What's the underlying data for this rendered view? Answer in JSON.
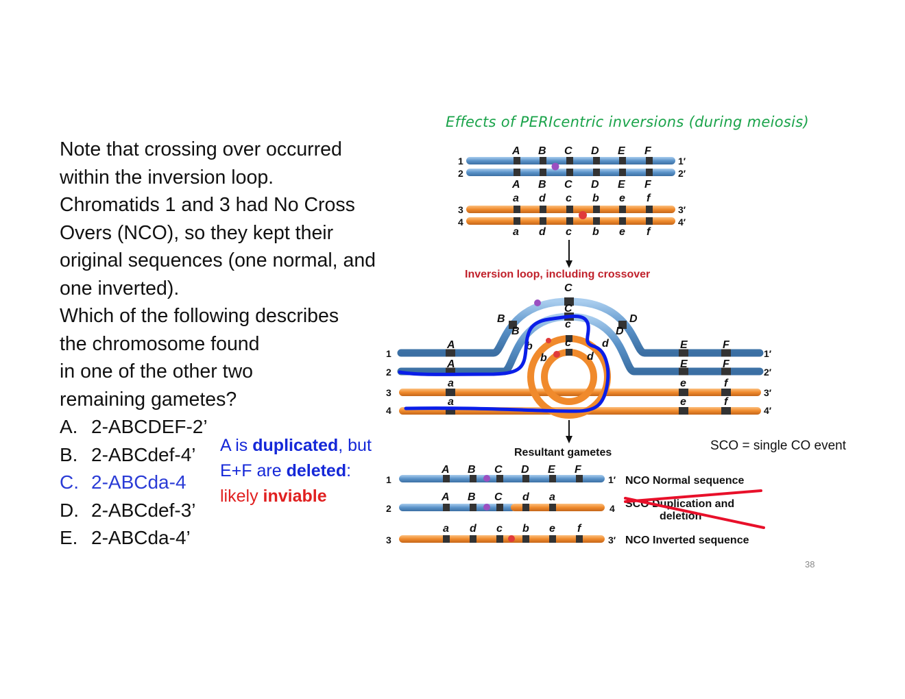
{
  "question": {
    "lines": [
      "Note that crossing over occurred",
      "within the inversion loop.",
      "Chromatids 1 and 3 had No Cross",
      "Overs (NCO), so they kept their",
      "original sequences (one normal, and",
      "one inverted).",
      "Which of the following describes",
      "the chromosome found",
      "in one of the other two",
      "remaining gametes?"
    ]
  },
  "options": [
    {
      "letter": "A.",
      "text": "2-ABCDEF-2’"
    },
    {
      "letter": "B.",
      "text": "2-ABCdef-4’"
    },
    {
      "letter": "C.",
      "text": "2-ABCda-4"
    },
    {
      "letter": "D.",
      "text": "2-ABCdef-3’"
    },
    {
      "letter": "E.",
      "text": "2-ABCda-4’"
    }
  ],
  "note": {
    "line1_a": "A is ",
    "line1_b": "duplicated",
    "line1_c": ", but",
    "line2_a": "E+F  are ",
    "line2_b": "deleted",
    "line2_c": ":",
    "line3_a": "likely ",
    "line3_b": "inviable"
  },
  "figure": {
    "title": "Effects of PERIcentric inversions (during meiosis)",
    "top_labels_upper": [
      "A",
      "B",
      "C",
      "D",
      "E",
      "F"
    ],
    "top_labels_lower": [
      "a",
      "d",
      "c",
      "b",
      "e",
      "f"
    ],
    "chromatid_numbers": [
      "1",
      "2",
      "3",
      "4"
    ],
    "chromatid_ends": [
      "1′",
      "2′",
      "3′",
      "4′"
    ],
    "loop_caption": "Inversion loop, including crossover",
    "loop_labels": {
      "A": "A",
      "a": "a",
      "B": "B",
      "C": "C",
      "D": "D",
      "E": "E",
      "F": "F",
      "b": "b",
      "c": "c",
      "d": "d",
      "e": "e",
      "f": "f"
    },
    "gametes_caption": "Resultant gametes",
    "gamete1": {
      "num": "1",
      "end": "1′",
      "labels": [
        "A",
        "B",
        "C",
        "D",
        "E",
        "F"
      ],
      "caption": "NCO Normal sequence"
    },
    "gamete2": {
      "num": "2",
      "end": "4",
      "labels": [
        "A",
        "B",
        "C",
        "d",
        "a"
      ],
      "caption1": "SCO  Duplication and",
      "caption2": "deletion"
    },
    "gamete3": {
      "num": "3",
      "end": "3′",
      "labels": [
        "a",
        "d",
        "c",
        "b",
        "e",
        "f"
      ],
      "caption": "NCO Inverted sequence"
    },
    "colors": {
      "blue_chromatid": "#5b93c9",
      "orange_chromatid": "#f08a2c",
      "annotation_blue": "#0a1ee8",
      "annotation_red": "#e8102a"
    }
  },
  "sco_note": "SCO = single CO event",
  "page_number": "38"
}
